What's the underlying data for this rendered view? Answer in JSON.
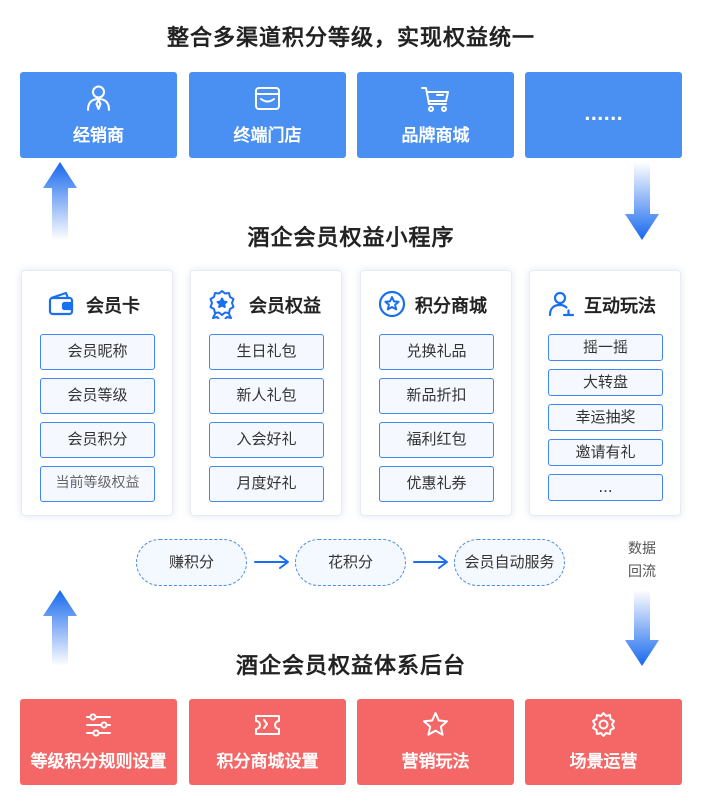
{
  "titles": {
    "top": "整合多渠道积分等级，实现权益统一",
    "middle": "酒企会员权益小程序",
    "bottom": "酒企会员权益体系后台"
  },
  "channels": [
    {
      "label": "经销商",
      "icon": "person-tie-icon"
    },
    {
      "label": "终端门店",
      "icon": "storefront-icon"
    },
    {
      "label": "品牌商城",
      "icon": "shopping-cart-icon"
    },
    {
      "label": "......",
      "icon": ""
    }
  ],
  "cards": [
    {
      "title": "会员卡",
      "icon": "wallet-icon",
      "items": [
        "会员昵称",
        "会员等级",
        "会员积分",
        "当前等级权益"
      ]
    },
    {
      "title": "会员权益",
      "icon": "award-badge-icon",
      "items": [
        "生日礼包",
        "新人礼包",
        "入会好礼",
        "月度好礼"
      ]
    },
    {
      "title": "积分商城",
      "icon": "star-circle-icon",
      "items": [
        "兑换礼品",
        "新品折扣",
        "福利红包",
        "优惠礼券"
      ]
    },
    {
      "title": "互动玩法",
      "icon": "people-icon",
      "items": [
        "摇一摇",
        "大转盘",
        "幸运抽奖",
        "邀请有礼",
        "..."
      ]
    }
  ],
  "flow": [
    "赚积分",
    "花积分",
    "会员自动服务"
  ],
  "data_backflow": [
    "数据",
    "回流"
  ],
  "backend": [
    {
      "label": "等级积分规则设置",
      "icon": "sliders-icon"
    },
    {
      "label": "积分商城设置",
      "icon": "ticket-icon"
    },
    {
      "label": "营销玩法",
      "icon": "star-outline-icon"
    },
    {
      "label": "场景运营",
      "icon": "gear-icon"
    }
  ],
  "colors": {
    "channel_blue": "#4a90f3",
    "backend_red": "#f56767",
    "item_border": "#3f86f0",
    "arrow_blue": "#1a6ff0"
  }
}
